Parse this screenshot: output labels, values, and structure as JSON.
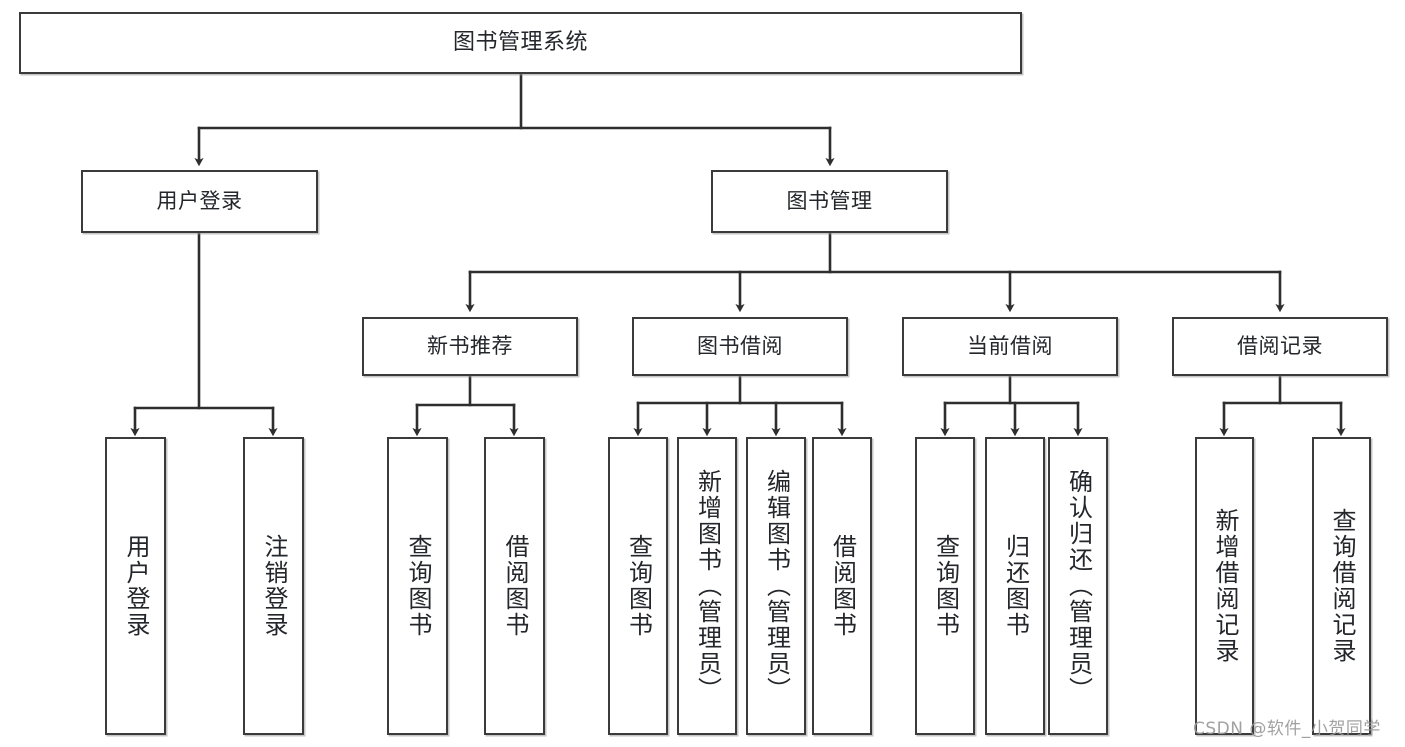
{
  "diagram": {
    "title": "图书管理系统",
    "type": "hierarchy-tree",
    "root": {
      "label": "图书管理系统"
    },
    "level1": [
      {
        "label": "用户登录"
      },
      {
        "label": "图书管理"
      }
    ],
    "level2": [
      {
        "label": "新书推荐"
      },
      {
        "label": "图书借阅"
      },
      {
        "label": "当前借阅"
      },
      {
        "label": "借阅记录"
      }
    ],
    "leaves": {
      "user_login": [
        {
          "label": "用户登录"
        },
        {
          "label": "注销登录"
        }
      ],
      "new_book_recommend": [
        {
          "label": "查询图书"
        },
        {
          "label": "借阅图书"
        }
      ],
      "book_borrow": [
        {
          "label": "查询图书"
        },
        {
          "label": "新增图书（管理员）"
        },
        {
          "label": "编辑图书（管理员）"
        },
        {
          "label": "借阅图书"
        }
      ],
      "current_borrow": [
        {
          "label": "查询图书"
        },
        {
          "label": "归还图书"
        },
        {
          "label": "确认归还（管理员）"
        }
      ],
      "borrow_record": [
        {
          "label": "新增借阅记录"
        },
        {
          "label": "查询借阅记录"
        }
      ]
    }
  },
  "watermark": {
    "text": "CSDN @软件_小贺同学"
  },
  "colors": {
    "box_border": "#3b3b3b",
    "box_fill": "#ffffff",
    "connector": "#2e2e2e",
    "text": "#23262b",
    "watermark": "#9a9a9a",
    "page_background": "#ffffff"
  }
}
